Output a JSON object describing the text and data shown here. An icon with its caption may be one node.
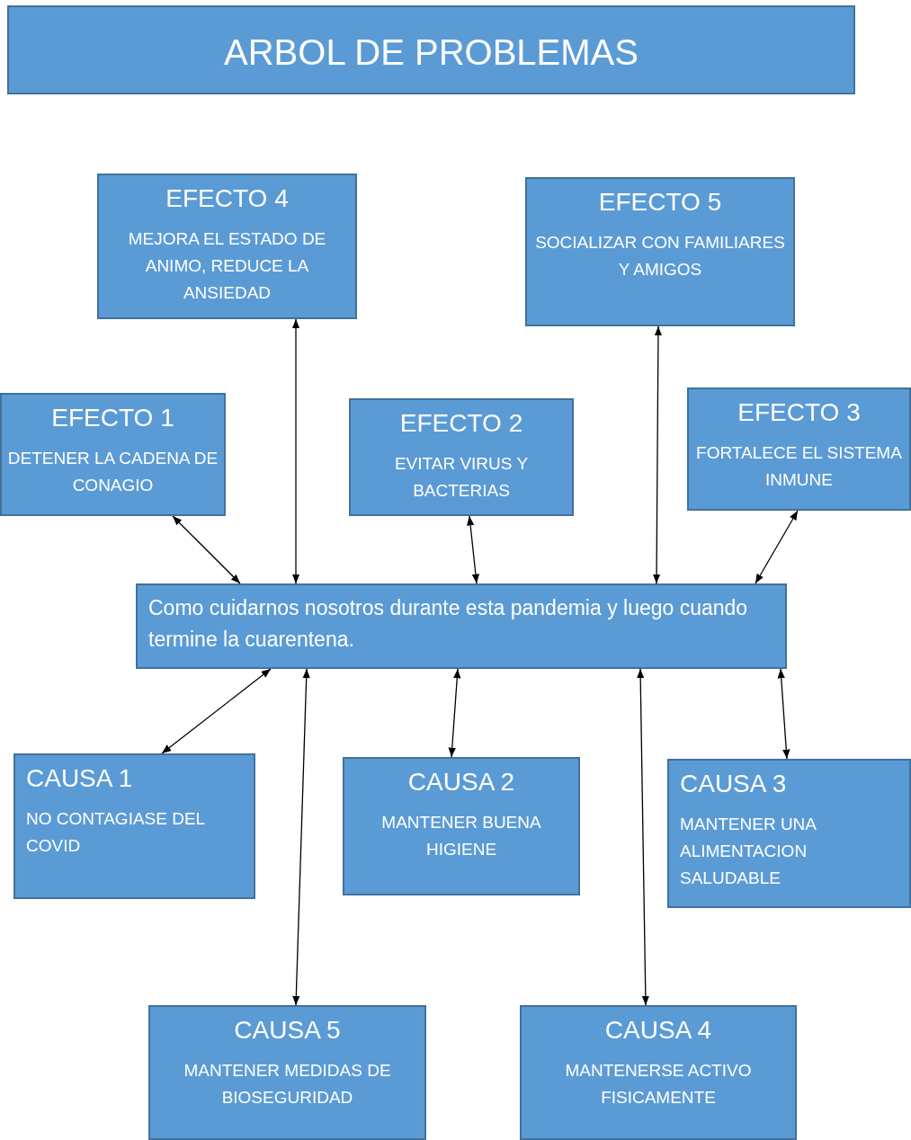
{
  "diagram": {
    "nodes": [
      {
        "text": [
          "ARBOL DE PROBLEMAS"
        ]
      },
      {
        "text": [
          "EFECTO 4",
          "MEJORA EL ESTADO DE ANIMO, REDUCE LA ANSIEDAD"
        ]
      },
      {
        "text": [
          "EFECTO 5",
          "SOCIALIZAR CON FAMILIARES Y AMIGOS"
        ]
      },
      {
        "text": [
          "EFECTO 1",
          "DETENER LA CADENA DE CONAGIO"
        ]
      },
      {
        "text": [
          "EFECTO 2",
          "EVITAR VIRUS Y BACTERIAS"
        ]
      },
      {
        "text": [
          "EFECTO 3",
          "FORTALECE EL SISTEMA INMUNE"
        ]
      },
      {
        "text": [
          "Como cuidarnos nosotros durante esta pandemia y luego cuando termine la cuarentena."
        ]
      },
      {
        "text": [
          "CAUSA 1",
          "NO CONTAGIASE DEL COVID"
        ]
      },
      {
        "text": [
          "CAUSA 2",
          "MANTENER BUENA HIGIENE"
        ]
      },
      {
        "text": [
          "CAUSA 3",
          "MANTENER UNA ALIMENTACION SALUDABLE"
        ]
      },
      {
        "text": [
          "CAUSA 5",
          "MANTENER MEDIDAS DE BIOSEGURIDAD"
        ]
      },
      {
        "text": [
          "CAUSA 4",
          "MANTENERSE ACTIVO FISICAMENTE"
        ]
      }
    ],
    "edges": [
      {
        "from": 6,
        "to": 3,
        "arrow": "both"
      },
      {
        "from": 6,
        "to": 1,
        "arrow": "both"
      },
      {
        "from": 6,
        "to": 4,
        "arrow": "both"
      },
      {
        "from": 6,
        "to": 2,
        "arrow": "both"
      },
      {
        "from": 6,
        "to": 5,
        "arrow": "both"
      },
      {
        "from": 6,
        "to": 7,
        "arrow": "both"
      },
      {
        "from": 6,
        "to": 10,
        "arrow": "both"
      },
      {
        "from": 6,
        "to": 8,
        "arrow": "both"
      },
      {
        "from": 6,
        "to": 11,
        "arrow": "both"
      },
      {
        "from": 6,
        "to": 9,
        "arrow": "both"
      }
    ]
  }
}
